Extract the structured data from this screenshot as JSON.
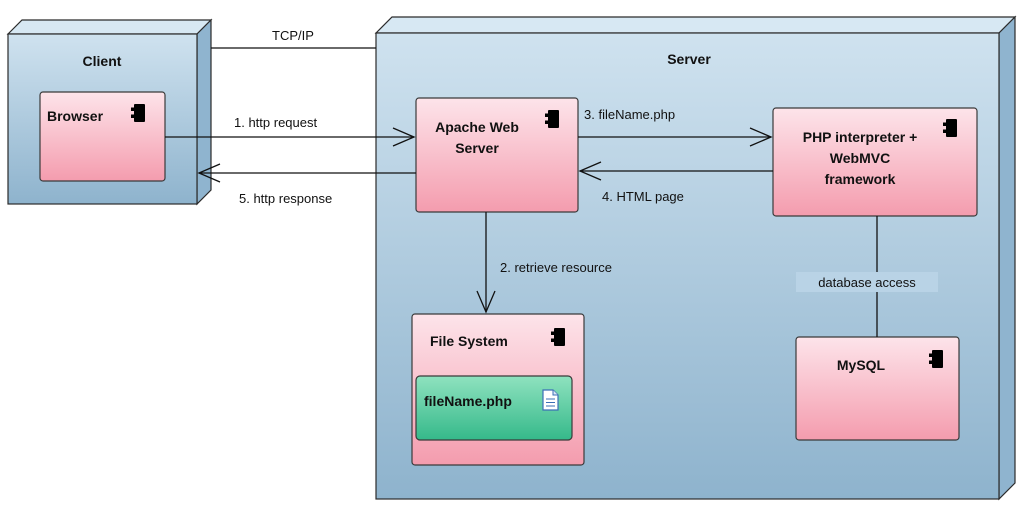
{
  "nodes": {
    "client": {
      "title": "Client"
    },
    "server": {
      "title": "Server"
    }
  },
  "components": {
    "browser": {
      "title": "Browser"
    },
    "apache": {
      "title_line1": "Apache Web",
      "title_line2": "Server"
    },
    "php": {
      "title_line1": "PHP interpreter +",
      "title_line2": "WebMVC",
      "title_line3": "framework"
    },
    "filesystem": {
      "title": "File System"
    },
    "mysql": {
      "title": "MySQL"
    }
  },
  "artifacts": {
    "file": {
      "title": "fileName.php"
    }
  },
  "connections": {
    "tcpip": "TCP/IP",
    "http_request": "1. http request",
    "http_response": "5. http response",
    "filename_php": "3. fileName.php",
    "html_page": "4. HTML page",
    "retrieve_resource": "2. retrieve resource",
    "database_access": "database access"
  },
  "colors": {
    "node_light": "#cfe2ef",
    "node_dark": "#8eb3cd",
    "component_light": "#fde4ea",
    "component_dark": "#f49cae",
    "artifact_light": "#8fe2bf",
    "artifact_dark": "#35b98a"
  }
}
